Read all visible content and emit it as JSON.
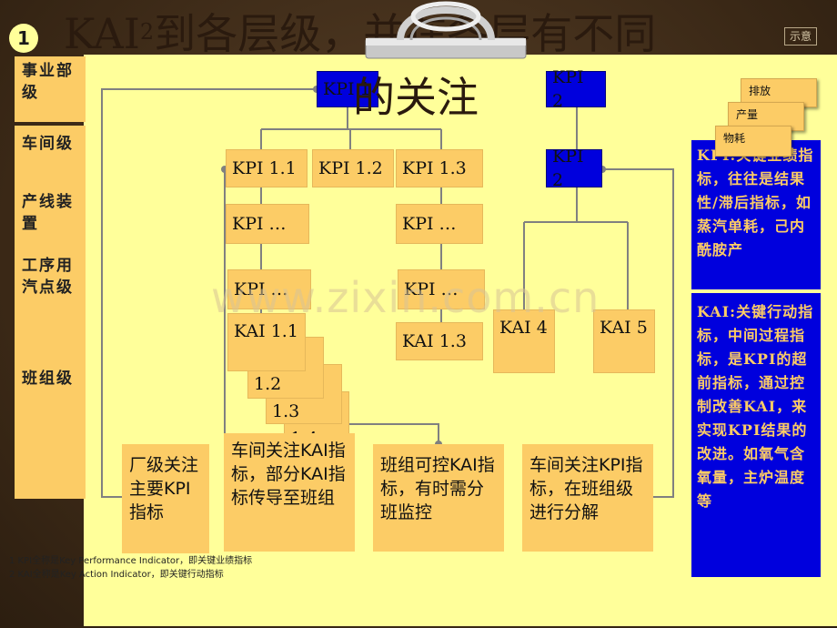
{
  "slide": {
    "number": "1",
    "title_main": "KAI",
    "title_sup": "2",
    "title_rest": "到各层级，并在各层有不同",
    "title_line2": "的关注",
    "hint_label": "示意"
  },
  "levels": [
    {
      "label": "事业部级"
    },
    {
      "label": "车间级"
    },
    {
      "label": "产线装置"
    },
    {
      "label": "工序用汽点级"
    },
    {
      "label": "班组级"
    }
  ],
  "nodes": {
    "kpi1": "KPI 1",
    "kpi2_top": "KPI 2",
    "kpi11": "KPI 1.1",
    "kpi12": "KPI 1.2",
    "kpi13": "KPI 1.3",
    "kpi2_mid": "KPI 2",
    "kpi_a": "KPI …",
    "kpi_b": "KPI …",
    "kpi_c": "KPI …",
    "kpi_d": "KPI …",
    "kai11": "KAI 1.1",
    "kai12": "1.2",
    "kai13": "1.3",
    "kai14": "1.4",
    "kai13b": "KAI 1.3",
    "kai4": "KAI 4",
    "kai5": "KAI 5"
  },
  "notes": {
    "n1": "厂级关注主要KPI指标",
    "n2": "车间关注KAI指标，部分KAI指标传导至班组",
    "n3": "班组可控KAI指标，有时需分班监控",
    "n4": "车间关注KPI指标，在班组级进行分解"
  },
  "panels": {
    "kpi_def": "KPI:关键业绩指标，往往是结果性/滞后指标，如蒸汽单耗，己内酰胺产",
    "kai_def": "KAI:关键行动指标，中间过程指标，是KPI的超前指标，通过控制改善KAI，来实现KPI结果的改进。如氧气含氧量，主炉温度等"
  },
  "tags": [
    "排放",
    "产量",
    "物耗"
  ],
  "footnotes": [
    "1 KPI全称是Key Performance Indicator，即关键业绩指标",
    "2 KAI全称是Key Action Indicator，即关键行动指标"
  ],
  "watermark": "www.zixin.com.cn",
  "colors": {
    "background": "#3e2c1a",
    "paper": "#ffff9a",
    "box": "#fccc66",
    "blue": "#0000dd",
    "line": "#808080"
  }
}
